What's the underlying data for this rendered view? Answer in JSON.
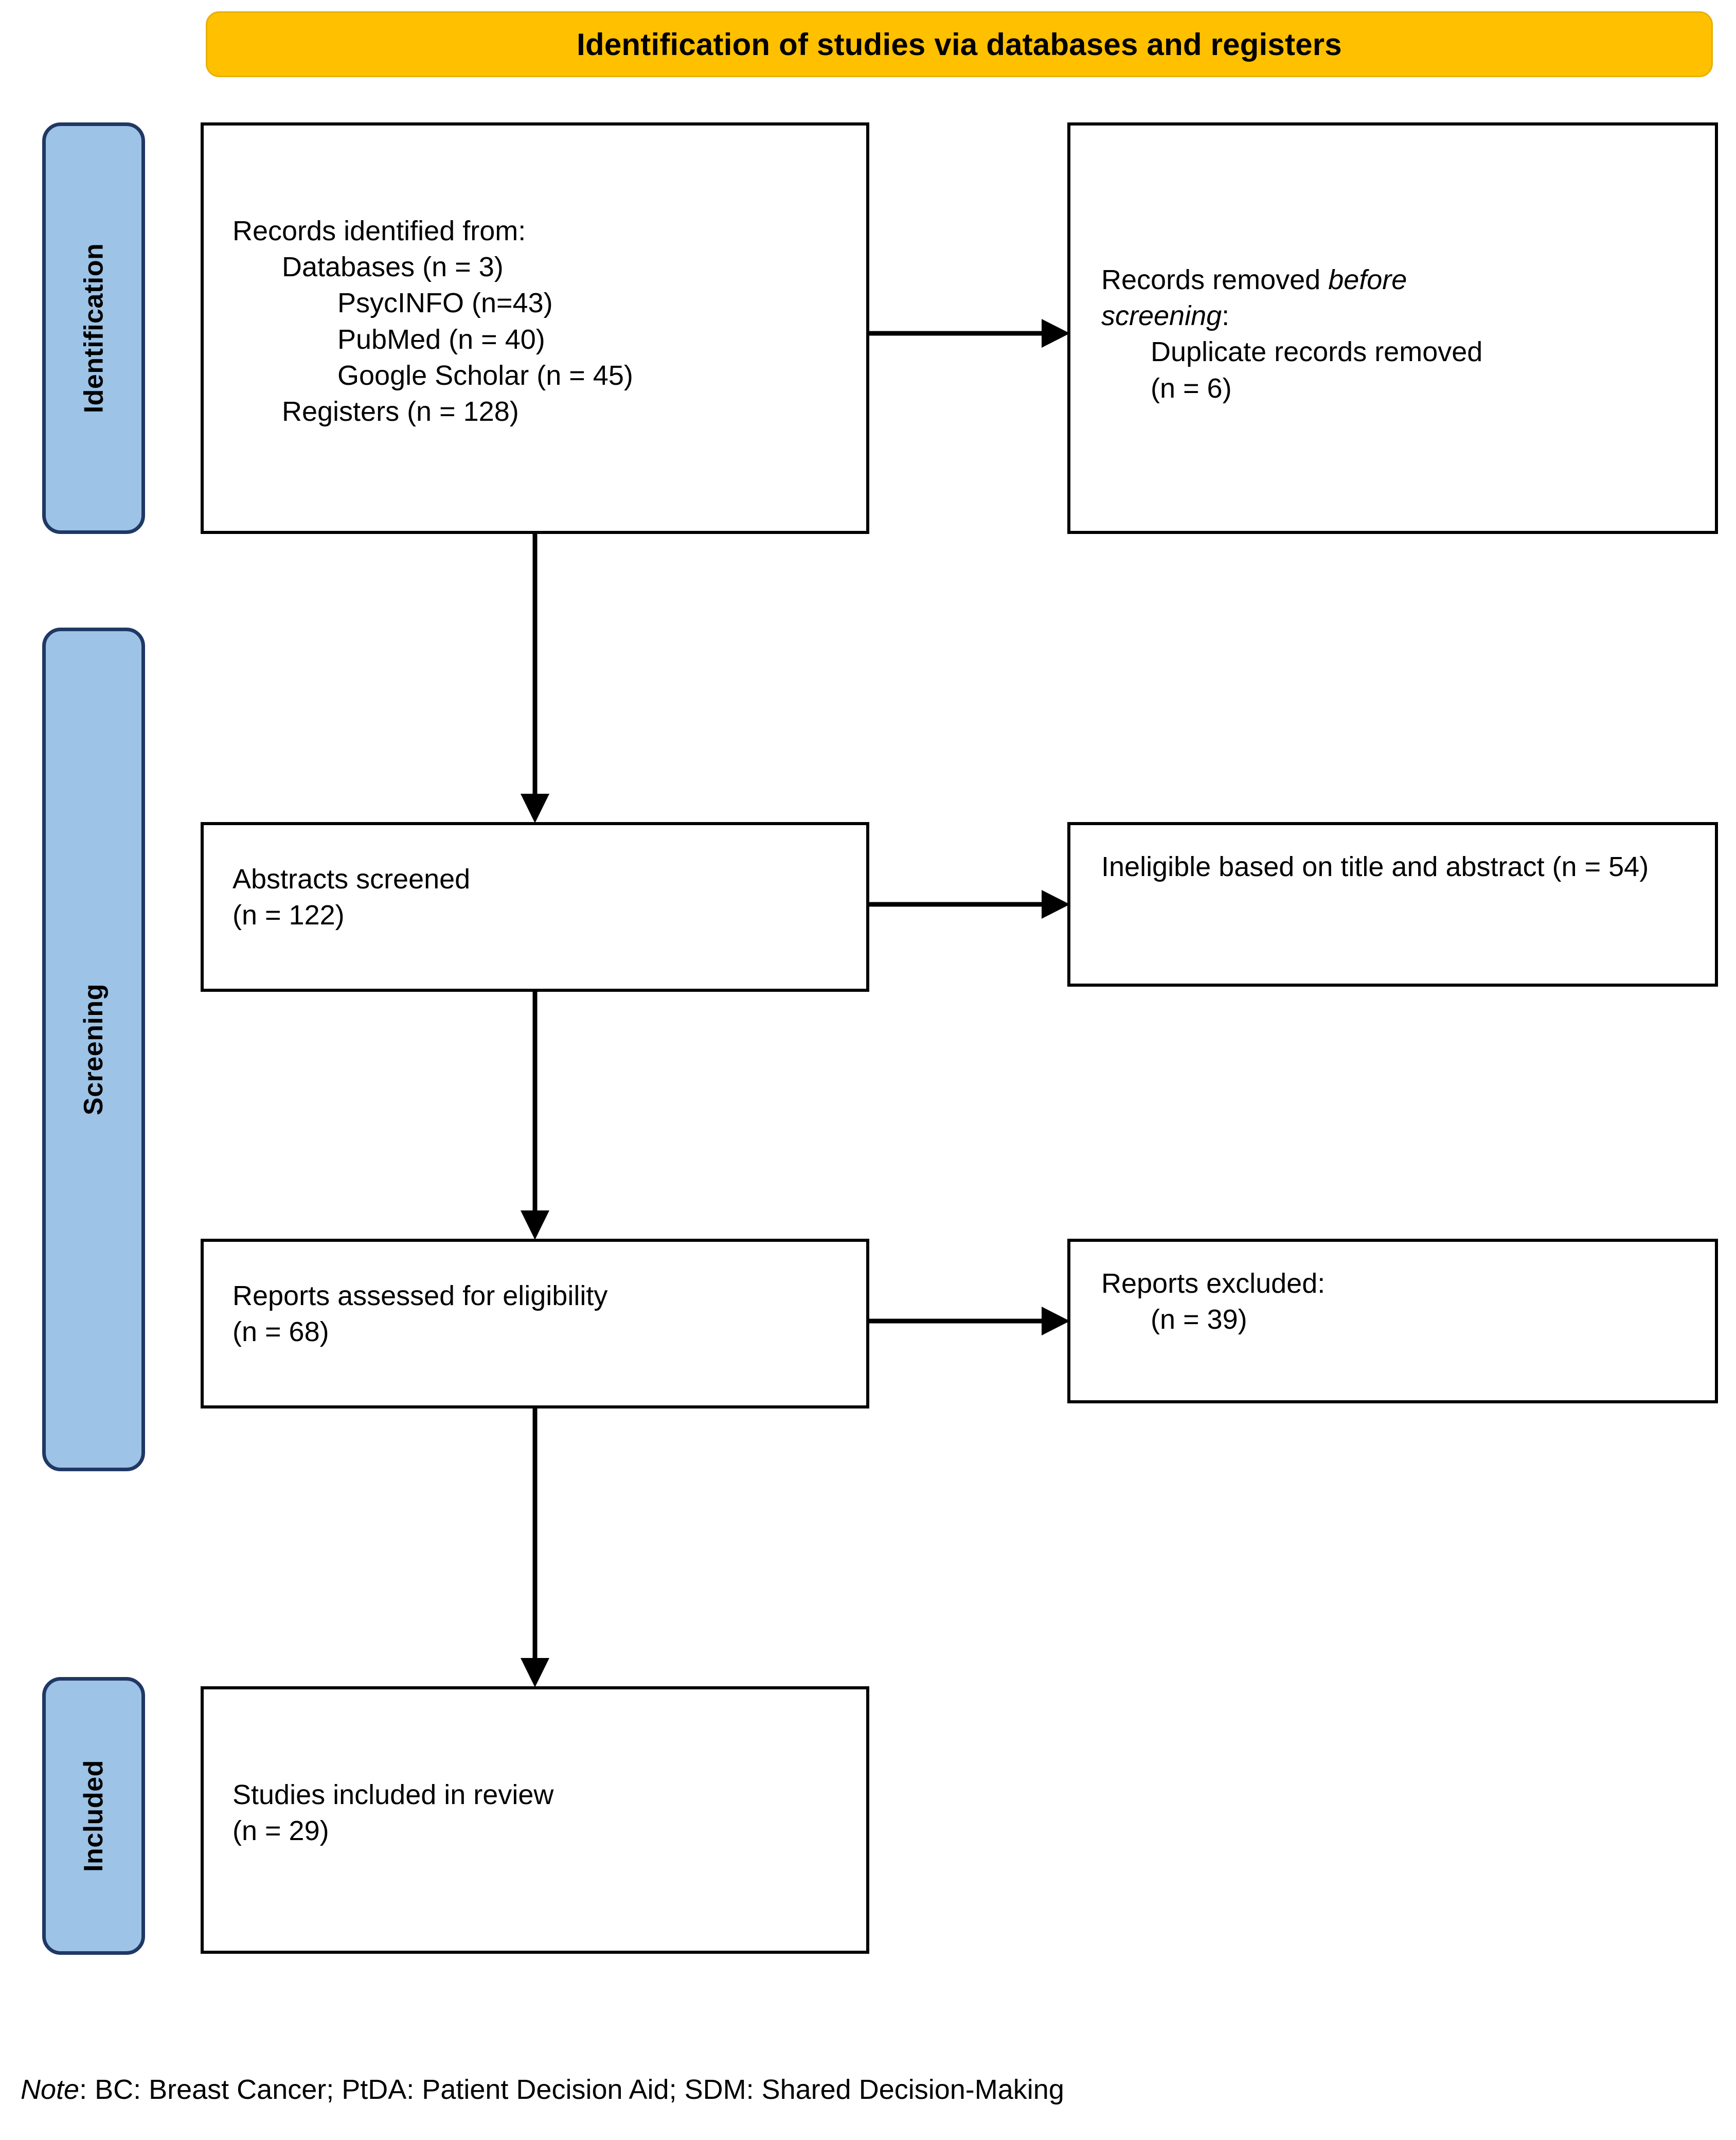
{
  "banner": {
    "title": "Identification of studies via databases and registers"
  },
  "stages": [
    {
      "id": "identification",
      "label": "Identification"
    },
    {
      "id": "screening",
      "label": "Screening"
    },
    {
      "id": "included",
      "label": "Included"
    }
  ],
  "boxes": {
    "identified": {
      "l0": "Records identified from:",
      "l1": "Databases (n = 3)",
      "l2": "PsycINFO (n=43)",
      "l3": "PubMed (n = 40)",
      "l4": "Google Scholar (n = 45)",
      "l5": "Registers (n = 128)"
    },
    "removed": {
      "l0a": "Records removed ",
      "l0b": "before",
      "l1a": "screening",
      "l1b": ":",
      "l2": "Duplicate records removed",
      "l3": "(n = 6)"
    },
    "abstracts": {
      "l0": "Abstracts screened",
      "l1": "(n = 122)"
    },
    "ineligible": {
      "l0": "Ineligible based on title and abstract (n = 54)"
    },
    "reports": {
      "l0": "Reports assessed for eligibility",
      "l1": "(n = 68)"
    },
    "excluded": {
      "l0": "Reports excluded:",
      "l1": "(n = 39)"
    },
    "included": {
      "l0": "Studies included in review",
      "l1": "(n = 29)"
    }
  },
  "footnote": {
    "label": "Note",
    "text": ": BC: Breast Cancer; PtDA: Patient Decision Aid; SDM: Shared Decision-Making"
  },
  "colors": {
    "banner_fill": "#FFC000",
    "stage_fill": "#9DC3E6",
    "stage_border": "#203864",
    "box_border": "#000000",
    "arrow": "#000000"
  },
  "chart_data": {
    "type": "diagram",
    "title": "PRISMA 2020 flow diagram",
    "nodes": [
      {
        "id": "identified",
        "stage": "Identification",
        "label": "Records identified from: Databases (n = 3); PsycINFO (n=43); PubMed (n = 40); Google Scholar (n = 45); Registers (n = 128)",
        "n": 128
      },
      {
        "id": "removed",
        "stage": "Identification",
        "label": "Records removed before screening: Duplicate records removed (n = 6)",
        "n": 6
      },
      {
        "id": "abstracts",
        "stage": "Screening",
        "label": "Abstracts screened (n = 122)",
        "n": 122
      },
      {
        "id": "ineligible",
        "stage": "Screening",
        "label": "Ineligible based on title and abstract (n = 54)",
        "n": 54
      },
      {
        "id": "reports",
        "stage": "Screening",
        "label": "Reports assessed for eligibility (n = 68)",
        "n": 68
      },
      {
        "id": "excluded",
        "stage": "Screening",
        "label": "Reports excluded: (n = 39)",
        "n": 39
      },
      {
        "id": "included",
        "stage": "Included",
        "label": "Studies included in review (n = 29)",
        "n": 29
      }
    ],
    "edges": [
      {
        "from": "identified",
        "to": "removed",
        "direction": "right"
      },
      {
        "from": "identified",
        "to": "abstracts",
        "direction": "down"
      },
      {
        "from": "abstracts",
        "to": "ineligible",
        "direction": "right"
      },
      {
        "from": "abstracts",
        "to": "reports",
        "direction": "down"
      },
      {
        "from": "reports",
        "to": "excluded",
        "direction": "right"
      },
      {
        "from": "reports",
        "to": "included",
        "direction": "down"
      }
    ]
  }
}
